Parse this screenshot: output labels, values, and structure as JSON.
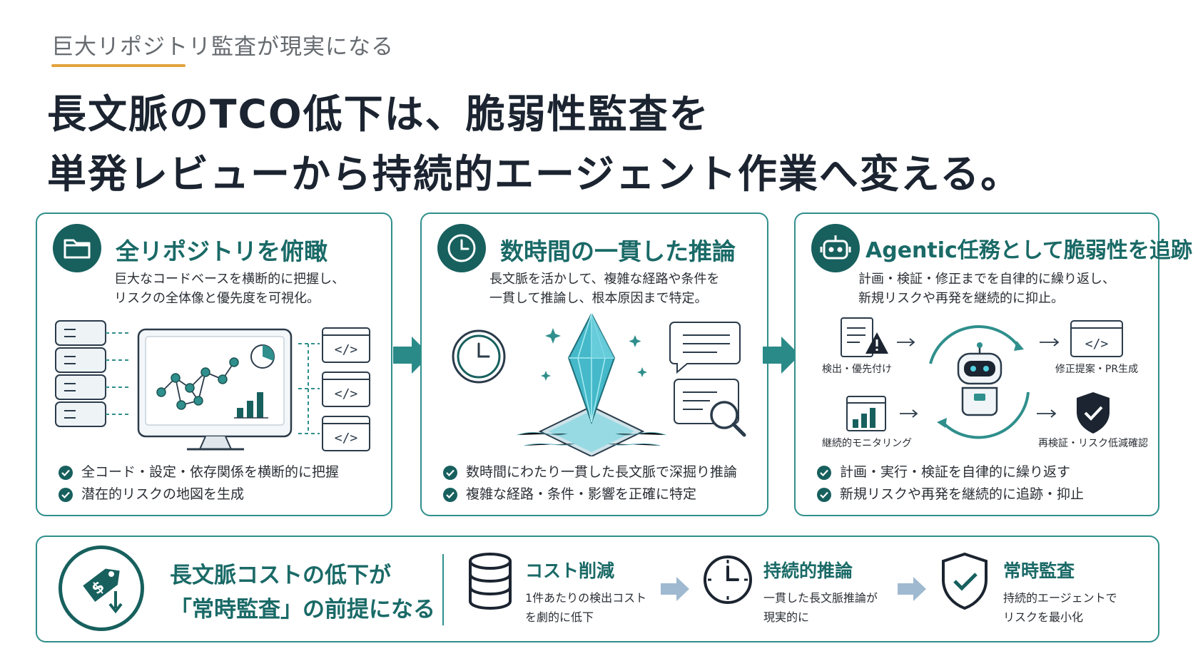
{
  "header": {
    "kicker": "巨大リポジトリ監査が現実になる",
    "headline_line1": "長文脈のTCO低下は、脆弱性監査を",
    "headline_line2": "単発レビューから持続的エージェント作業へ変える。"
  },
  "panels": [
    {
      "title": "全リポジトリを俯瞰",
      "desc_line1": "巨大なコードベースを横断的に把握し、",
      "desc_line2": "リスクの全体像と優先度を可視化。",
      "bullets": [
        "全コード・設定・依存関係を横断的に把握",
        "潜在的リスクの地図を生成"
      ]
    },
    {
      "title": "数時間の一貫した推論",
      "desc_line1": "長文脈を活かして、複雑な経路や条件を",
      "desc_line2": "一貫して推論し、根本原因まで特定。",
      "bullets": [
        "数時間にわたり一貫した長文脈で深掘り推論",
        "複雑な経路・条件・影響を正確に特定"
      ]
    },
    {
      "title": "Agentic任務として脆弱性を追跡",
      "desc_line1": "計画・検証・修正までを自律的に繰り返し、",
      "desc_line2": "新規リスクや再発を継続的に抑止。",
      "bullets": [
        "計画・実行・検証を自律的に繰り返す",
        "新規リスクや再発を継続的に追跡・抑止"
      ],
      "cycle_labels": {
        "detect": "検出・優先付け",
        "fix": "修正提案・PR生成",
        "monitor": "継続的モニタリング",
        "verify": "再検証・リスク低減確認"
      }
    }
  ],
  "bottom": {
    "title_line1": "長文脈コストの低下が",
    "title_line2": "「常時監査」の前提になる",
    "steps": [
      {
        "title": "コスト削減",
        "desc_line1": "1件あたりの検出コスト",
        "desc_line2": "を劇的に低下"
      },
      {
        "title": "持続的推論",
        "desc_line1": "一貫した長文脈推論が",
        "desc_line2": "現実的に"
      },
      {
        "title": "常時監査",
        "desc_line1": "持続的エージェントで",
        "desc_line2": "リスクを最小化"
      }
    ]
  },
  "colors": {
    "accent_teal": "#17605e",
    "border_teal": "#2f8f8c",
    "kicker_underline": "#e2a33c",
    "arrow_teal": "#2a8a88",
    "arrow_light": "#9fb9d0"
  }
}
